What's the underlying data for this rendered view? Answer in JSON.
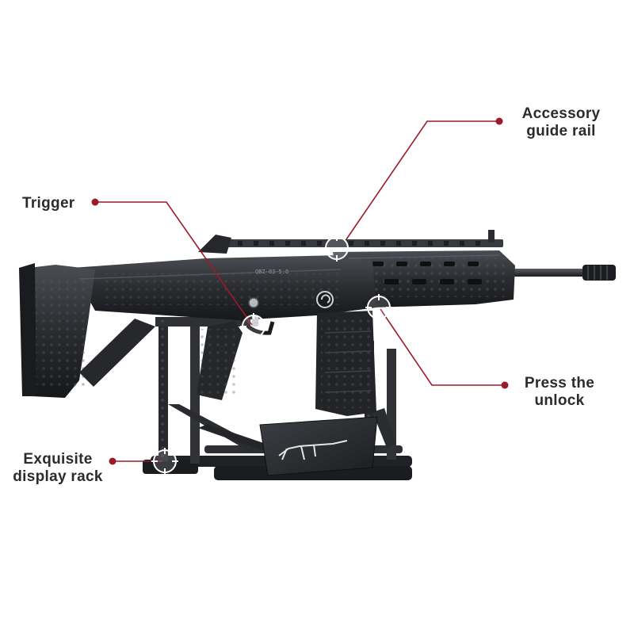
{
  "callouts": {
    "accessory_rail": {
      "line1": "Accessory",
      "line2": "guide rail"
    },
    "trigger": {
      "text": "Trigger"
    },
    "press_unlock": {
      "line1": "Press the",
      "line2": "unlock"
    },
    "display_rack": {
      "line1": "Exquisite",
      "line2": "display rack"
    }
  },
  "receiver_marking": "QBZ-03 5.8",
  "colors": {
    "callout_line": "#9b1b2c",
    "label_text": "#2b2b2b",
    "model_body": "#2a2c30"
  }
}
